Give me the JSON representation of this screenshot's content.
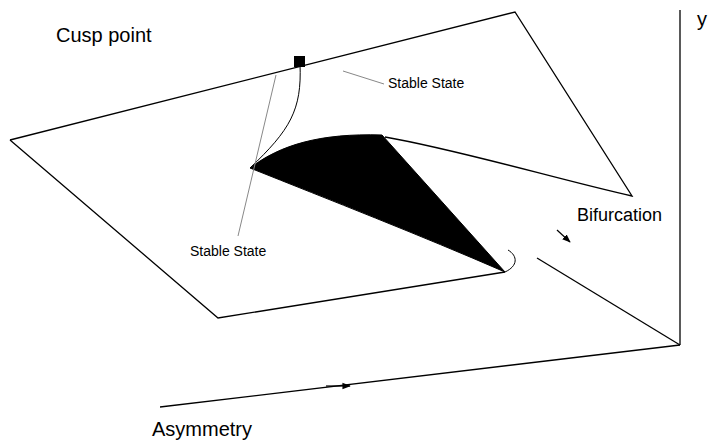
{
  "diagram": {
    "labels": [
      "Cusp point",
      "Stable State",
      "Stable State",
      "y",
      "Bifurcation",
      "Asymmetry"
    ]
  }
}
